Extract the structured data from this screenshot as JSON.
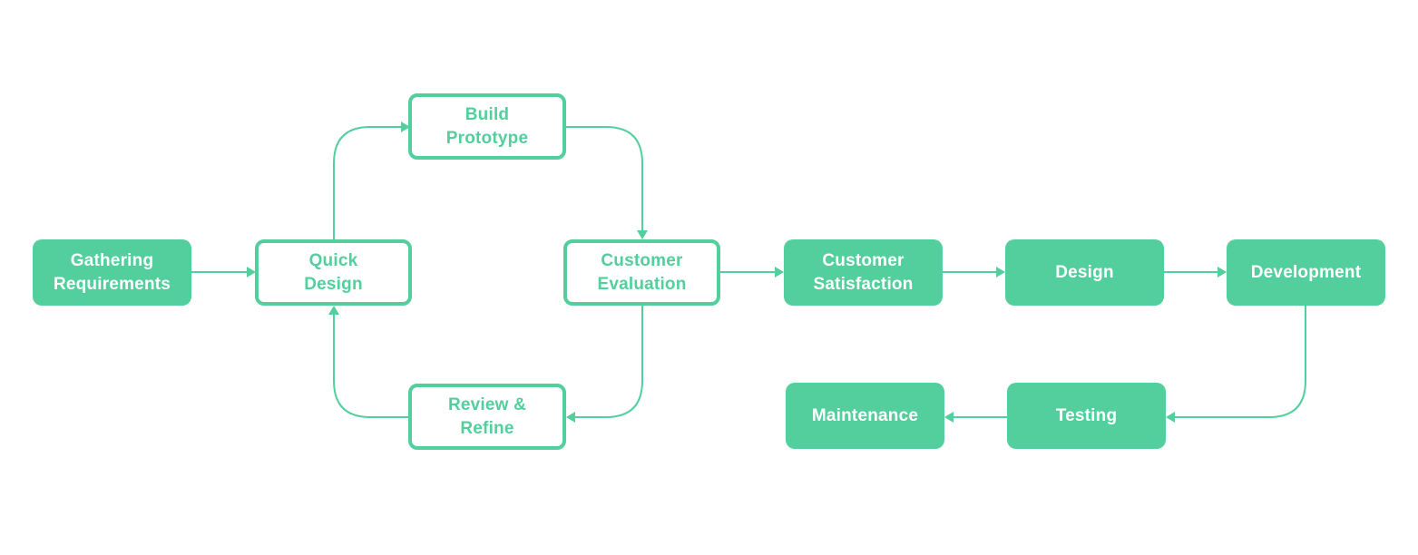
{
  "diagram": {
    "accent_color": "#52cf9c",
    "background_color": "#ffffff",
    "nodes": {
      "gathering_requirements": {
        "label": "Gathering\nRequirements",
        "style": "filled"
      },
      "quick_design": {
        "label": "Quick\nDesign",
        "style": "outline"
      },
      "build_prototype": {
        "label": "Build\nPrototype",
        "style": "outline"
      },
      "customer_evaluation": {
        "label": "Customer\nEvaluation",
        "style": "outline"
      },
      "review_refine": {
        "label": "Review &\nRefine",
        "style": "outline"
      },
      "customer_satisfaction": {
        "label": "Customer\nSatisfaction",
        "style": "filled"
      },
      "design": {
        "label": "Design",
        "style": "filled"
      },
      "development": {
        "label": "Development",
        "style": "filled"
      },
      "testing": {
        "label": "Testing",
        "style": "filled"
      },
      "maintenance": {
        "label": "Maintenance",
        "style": "filled"
      }
    },
    "edges": [
      {
        "from": "gathering_requirements",
        "to": "quick_design"
      },
      {
        "from": "quick_design",
        "to": "build_prototype"
      },
      {
        "from": "build_prototype",
        "to": "customer_evaluation"
      },
      {
        "from": "customer_evaluation",
        "to": "review_refine"
      },
      {
        "from": "review_refine",
        "to": "quick_design"
      },
      {
        "from": "customer_evaluation",
        "to": "customer_satisfaction"
      },
      {
        "from": "customer_satisfaction",
        "to": "design"
      },
      {
        "from": "design",
        "to": "development"
      },
      {
        "from": "development",
        "to": "testing"
      },
      {
        "from": "testing",
        "to": "maintenance"
      }
    ]
  }
}
